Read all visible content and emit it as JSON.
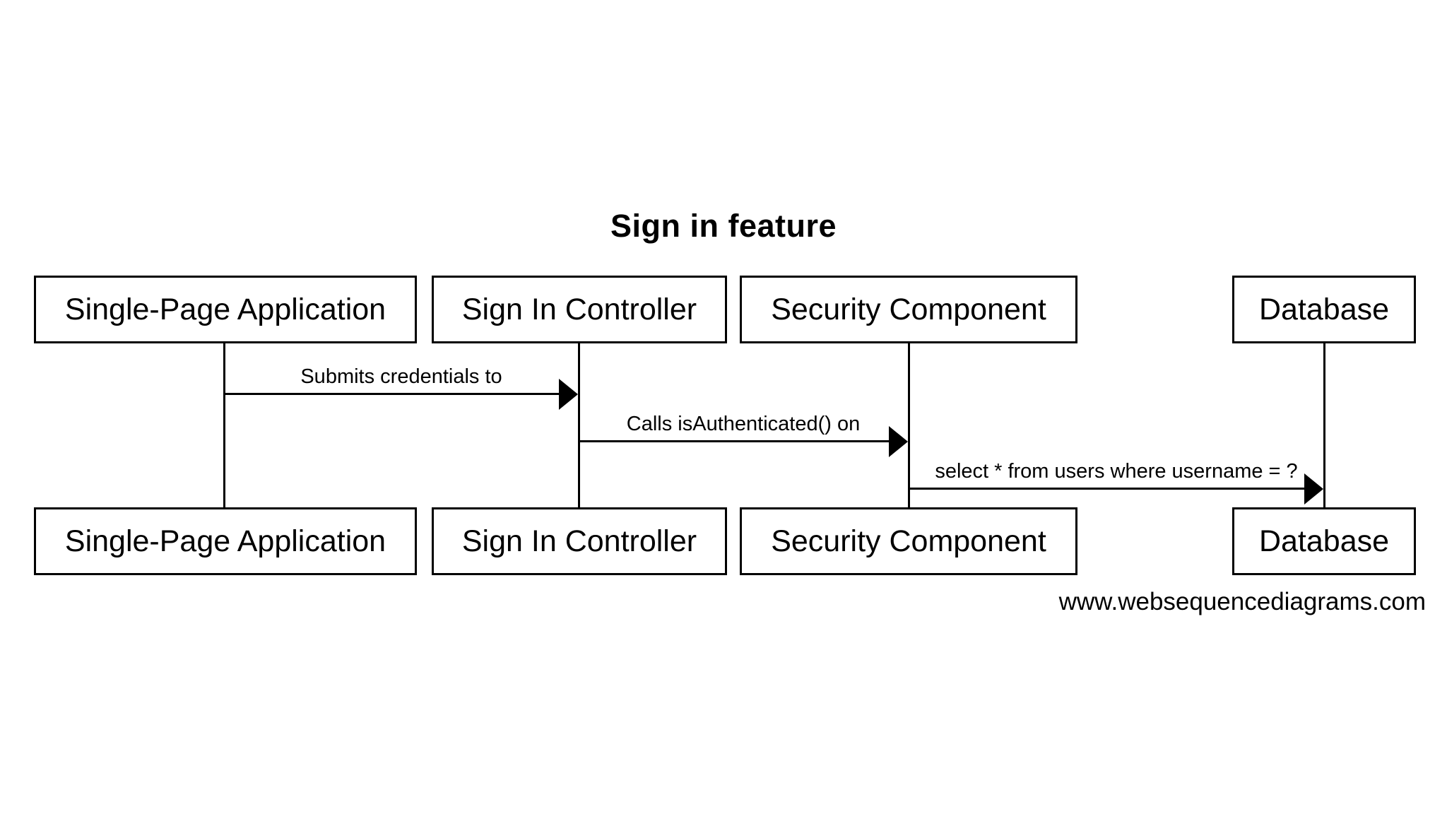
{
  "diagram": {
    "type": "sequence-diagram",
    "title": "Sign in feature"
  },
  "participants": [
    {
      "label": "Single-Page Application"
    },
    {
      "label": "Sign In Controller"
    },
    {
      "label": "Security Component"
    },
    {
      "label": "Database"
    }
  ],
  "messages": [
    {
      "from": "Single-Page Application",
      "to": "Sign In Controller",
      "label": "Submits credentials to"
    },
    {
      "from": "Sign In Controller",
      "to": "Security Component",
      "label": "Calls isAuthenticated() on"
    },
    {
      "from": "Security Component",
      "to": "Database",
      "label": "select * from users where username = ?"
    }
  ],
  "footer": {
    "watermark": "www.websequencediagrams.com"
  },
  "colors": {
    "background": "#ffffff",
    "box_fill": "#ffffff",
    "line": "#000000",
    "text": "#000000"
  }
}
